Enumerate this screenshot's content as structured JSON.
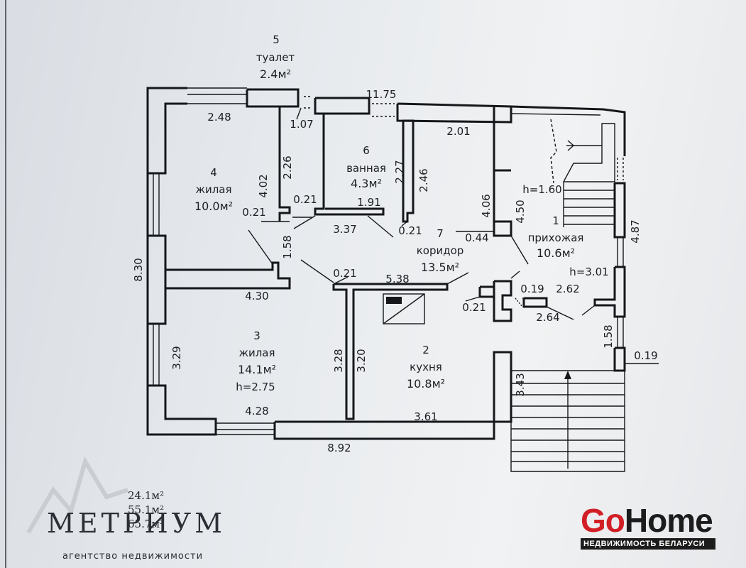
{
  "rooms": [
    {
      "number": "5",
      "name": "туалет",
      "area": "2.4м²"
    },
    {
      "number": "6",
      "name": "ванная",
      "area": "4.3м²"
    },
    {
      "number": "4",
      "name": "жилая",
      "area": "10.0м²"
    },
    {
      "number": "1",
      "name": "прихожая",
      "area": "10.6м²"
    },
    {
      "number": "7",
      "name": "коридор",
      "area": "13.5м²"
    },
    {
      "number": "3",
      "name": "жилая",
      "area": "14.1м²",
      "height": "h=2.75"
    },
    {
      "number": "2",
      "name": "кухня",
      "area": "10.8м²"
    }
  ],
  "heights": {
    "stair": "h=1.60",
    "hall": "h=3.01"
  },
  "dimensions": {
    "d1175": "11.75",
    "d248": "2.48",
    "d107": "1.07",
    "d201": "2.01",
    "d402": "4.02",
    "d226": "2.26",
    "d227": "2.27",
    "d246": "2.46",
    "d021a": "0.21",
    "d191": "1.91",
    "d021b": "0.21",
    "d337": "3.37",
    "d021c": "0.21",
    "d406": "4.06",
    "d450": "4.50",
    "d044": "0.44",
    "d487": "4.87",
    "d158a": "1.58",
    "d830": "8.30",
    "d021d": "0.21",
    "d538": "5.38",
    "d430": "4.30",
    "d019a": "0.19",
    "d262": "2.62",
    "d021e": "0.21",
    "d264": "2.64",
    "d158b": "1.58",
    "d019b": "0.19",
    "d329": "3.29",
    "d328": "3.28",
    "d320": "3.20",
    "d343": "3.43",
    "d428": "4.28",
    "d361": "3.61",
    "d892": "8.92"
  },
  "summary": {
    "line1": "24.1м²",
    "line2": "55.1м²",
    "line3": "65.7м²"
  },
  "branding": {
    "metrium_name": "МЕТРИУМ",
    "metrium_sub": "агентство недвижимости",
    "gohome_go": "Go",
    "gohome_home": "Home",
    "gohome_sub": "НЕДВИЖИМОСТЬ БЕЛАРУСИ"
  },
  "colors": {
    "ink": "#15171b",
    "brand_red": "#d21f26",
    "paper": "#e9ecef"
  }
}
